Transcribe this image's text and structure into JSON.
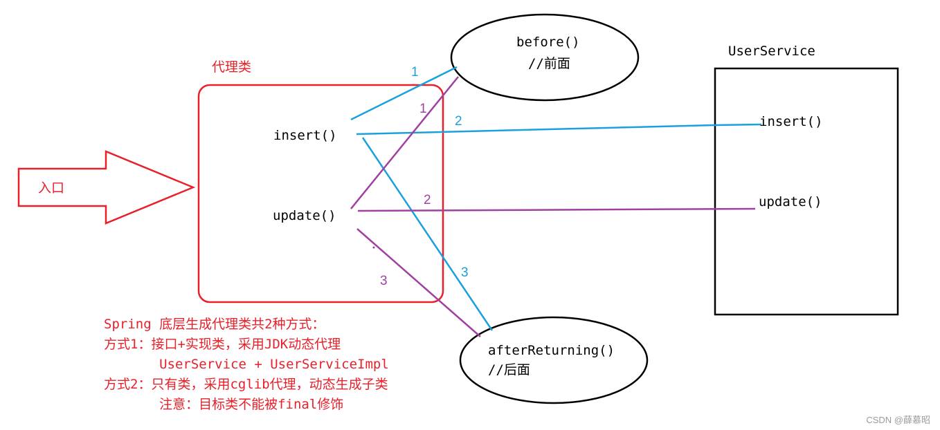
{
  "colors": {
    "red": "#e8202a",
    "blue": "#1aa0dc",
    "purple": "#a040a0",
    "black": "#000000"
  },
  "entry": {
    "label": "入口"
  },
  "proxy": {
    "title": "代理类",
    "insert": "insert()",
    "update": "update()"
  },
  "before": {
    "line1": "before()",
    "line2": "//前面"
  },
  "after": {
    "line1": "afterReturning()",
    "line2": "//后面"
  },
  "target": {
    "title": "UserService",
    "insert": "insert()",
    "update": "update()"
  },
  "steps": {
    "insert_1": "1",
    "insert_2": "2",
    "insert_3": "3",
    "update_1": "1",
    "update_2": "2",
    "update_3": "3"
  },
  "notes": {
    "line1": "Spring 底层生成代理类共2种方式：",
    "line2": "方式1：接口+实现类，采用JDK动态代理",
    "line3": "       UserService + UserServiceImpl",
    "line4": "方式2：只有类，采用cglib代理，动态生成子类",
    "line5": "       注意：目标类不能被final修饰"
  },
  "watermark": "CSDN @薛慕昭"
}
